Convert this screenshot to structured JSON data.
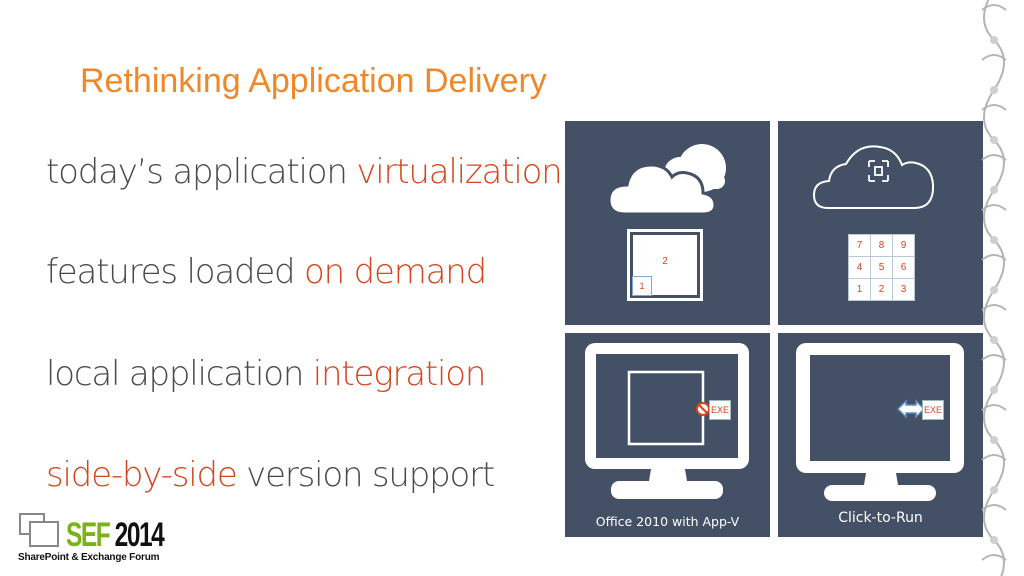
{
  "slide": {
    "title": "Rethinking Application Delivery",
    "bullets": [
      {
        "plain": "today’s application ",
        "accent": "virtualization"
      },
      {
        "plain": "features loaded ",
        "accent": "on demand"
      },
      {
        "plain": "local application ",
        "accent": "integration"
      },
      {
        "accent": "side-by-side",
        "plain": " version support"
      }
    ]
  },
  "tiles": {
    "tile1": {
      "box_large_label": "2",
      "box_small_label": "1"
    },
    "tile2": {
      "numpad": [
        "7",
        "8",
        "9",
        "4",
        "5",
        "6",
        "1",
        "2",
        "3"
      ]
    },
    "tile3": {
      "exe_label": "EXE",
      "caption": "Office 2010 with App-V"
    },
    "tile4": {
      "exe_label": "EXE",
      "caption": "Click-to-Run"
    }
  },
  "logo": {
    "brand": "SEF",
    "year": "2014",
    "subtitle": "SharePoint & Exchange Forum"
  },
  "colors": {
    "title": "#f0882a",
    "accent": "#d4461e",
    "tile": "#445065",
    "brand_green": "#7ab317"
  }
}
